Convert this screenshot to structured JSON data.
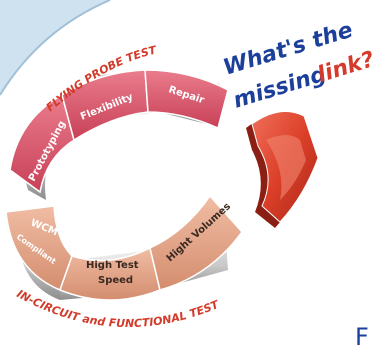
{
  "arc_top_title": "FLYING PROBE TEST",
  "arc_bottom_title": "IN-CIRCUIT and FUNCTIONAL TEST",
  "top_segments": [
    "Prototyping",
    "Flexibility",
    "Repair"
  ],
  "bottom_segments": {
    "wcm": "WCM",
    "compliant": "Compliant",
    "high_test": "High Test",
    "speed": "Speed",
    "high_volumes": "Hight Volumes"
  },
  "tagline": {
    "line1": "What's the",
    "line2_prefix": "missing",
    "line2_highlight": "link?"
  },
  "corner_letter": "F",
  "colors": {
    "top_red": "#d8566a",
    "bottom_peach": "#e5a488",
    "missing_link": "#e0452e",
    "blue": "#1b3f9a",
    "red_text": "#d23a2a",
    "bg_blue": "#cfe2ef"
  }
}
